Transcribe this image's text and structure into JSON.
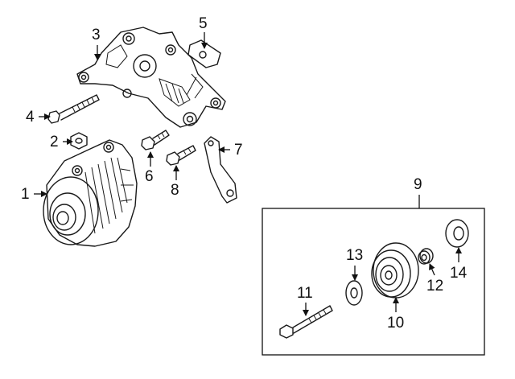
{
  "callouts": [
    {
      "id": "1",
      "part": "alternator"
    },
    {
      "id": "2",
      "part": "nut"
    },
    {
      "id": "3",
      "part": "mounting-bracket"
    },
    {
      "id": "4",
      "part": "long-bolt"
    },
    {
      "id": "5",
      "part": "clip"
    },
    {
      "id": "6",
      "part": "bolt"
    },
    {
      "id": "7",
      "part": "support-strap"
    },
    {
      "id": "8",
      "part": "bolt"
    },
    {
      "id": "9",
      "part": "idler-pulley-kit-box"
    },
    {
      "id": "10",
      "part": "idler-pulley"
    },
    {
      "id": "11",
      "part": "pulley-bolt"
    },
    {
      "id": "12",
      "part": "spacer"
    },
    {
      "id": "13",
      "part": "washer"
    },
    {
      "id": "14",
      "part": "washer"
    }
  ]
}
